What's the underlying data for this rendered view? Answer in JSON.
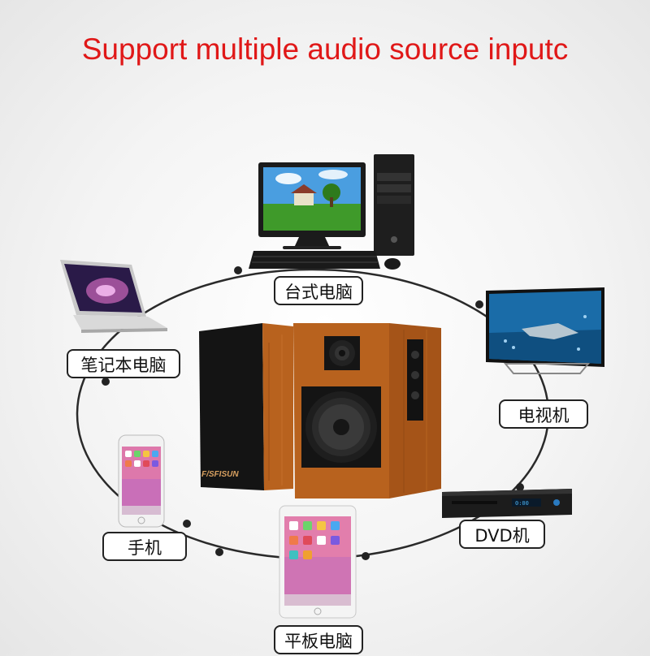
{
  "headline": "Support multiple audio source inputc",
  "sources": {
    "desktop": "台式电脑",
    "laptop": "笔记本电脑",
    "tv": "电视机",
    "phone": "手机",
    "dvd": "DVD机",
    "tablet": "平板电脑"
  },
  "speaker_brand": "F/SFISUN",
  "colors": {
    "headline": "#e01818",
    "wood": "#b8621e",
    "connector": "#222222"
  }
}
